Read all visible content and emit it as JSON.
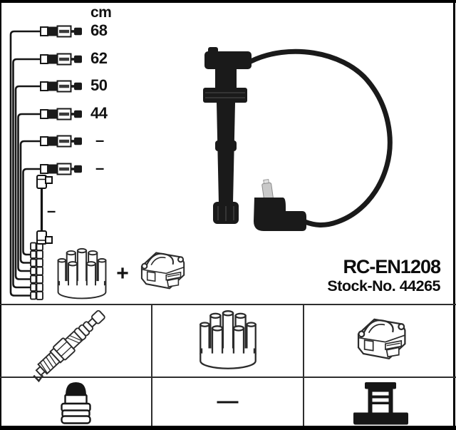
{
  "header": {
    "unit_label": "cm"
  },
  "leads": {
    "lengths": [
      "68",
      "62",
      "50",
      "44",
      "–",
      "–"
    ],
    "coil_lead_length": "–"
  },
  "kit": {
    "plus_sign": "+"
  },
  "product": {
    "code": "RC-EN1208",
    "stock_no": "Stock-No. 44265"
  },
  "grid": {
    "middle_bottom_value": "—"
  },
  "icons": {
    "lead_connector": "lead-connector-icon",
    "coil_lead": "coil-lead-icon",
    "distributor_cap": "distributor-cap-icon",
    "ignition_coil": "ignition-coil-icon",
    "lead_photo": "ignition-lead-photo",
    "spark_plug": "spark-plug-icon",
    "terminal_nut": "terminal-nut-icon",
    "stud_terminal": "stud-terminal-icon"
  },
  "colors": {
    "ink": "#111111",
    "photo_black": "#1a1a1a",
    "line_art": "#2b2b2b"
  }
}
